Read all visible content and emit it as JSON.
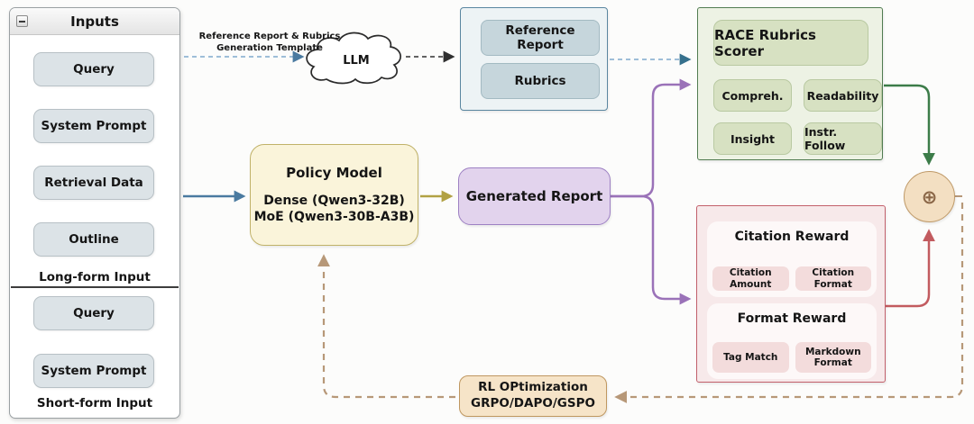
{
  "colors": {
    "arrow_steel_blue": "#4a7aa0",
    "dash_light_blue": "#7fa9cd",
    "dash_teal": "#5e93ad",
    "dash_black": "#2f2f2f",
    "arrow_olive": "#b1a144",
    "arrow_purple": "#9a72b8",
    "arrow_green": "#3c7c49",
    "arrow_red": "#c25b5f",
    "dash_tan": "#b79878",
    "race_border_green": "#517c51",
    "reward_border_red": "#c2606b",
    "cloud_stroke": "#2a2a2a"
  },
  "inputs_panel": {
    "title": "Inputs",
    "long_form": {
      "items": [
        "Query",
        "System Prompt",
        "Retrieval Data",
        "Outline"
      ],
      "label": "Long-form Input"
    },
    "short_form": {
      "items": [
        "Query",
        "System Prompt"
      ],
      "label": "Short-form Input"
    }
  },
  "template_arrow": {
    "label_line1": "Reference Report & Rubrics",
    "label_line2": "Generation Template"
  },
  "llm": {
    "label": "LLM"
  },
  "reference_box": {
    "items": [
      "Reference Report",
      "Rubrics"
    ]
  },
  "policy_model": {
    "title": "Policy Model",
    "variant1": "Dense (Qwen3-32B)",
    "variant2": "MoE (Qwen3-30B-A3B)"
  },
  "generated_report": {
    "label": "Generated Report"
  },
  "race_scorer": {
    "title": "RACE Rubrics Scorer",
    "items": [
      "Compreh.",
      "Readability",
      "Insight",
      "Instr. Follow"
    ]
  },
  "rewards": {
    "citation": {
      "title": "Citation Reward",
      "items": [
        "Citation Amount",
        "Citation Format"
      ]
    },
    "format": {
      "title": "Format Reward",
      "items": [
        "Tag Match",
        "Markdown Format"
      ]
    }
  },
  "aggregator": {
    "symbol": "⊕"
  },
  "rl_optimization": {
    "line1": "RL OPtimization",
    "line2": "GRPO/DAPO/GSPO"
  }
}
